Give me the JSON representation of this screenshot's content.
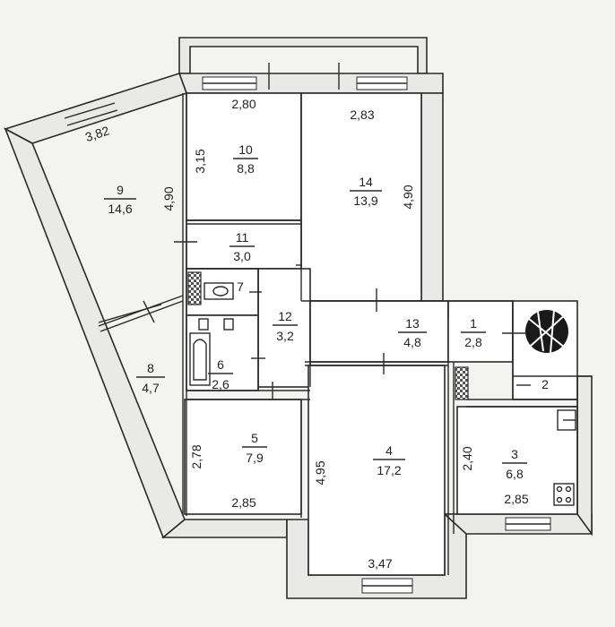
{
  "rooms": [
    {
      "id": "9",
      "area": "14,6"
    },
    {
      "id": "10",
      "area": "8,8"
    },
    {
      "id": "14",
      "area": "13,9"
    },
    {
      "id": "11",
      "area": "3,0"
    },
    {
      "id": "7",
      "area": ""
    },
    {
      "id": "12",
      "area": "3,2"
    },
    {
      "id": "13",
      "area": "4,8"
    },
    {
      "id": "1",
      "area": "2,8"
    },
    {
      "id": "2",
      "area": ""
    },
    {
      "id": "6",
      "area": "2,6"
    },
    {
      "id": "8",
      "area": "4,7"
    },
    {
      "id": "5",
      "area": "7,9"
    },
    {
      "id": "4",
      "area": "17,2"
    },
    {
      "id": "3",
      "area": "6,8"
    }
  ],
  "dimensions": {
    "d_280": "2,80",
    "d_283": "2,83",
    "d_382": "3,82",
    "d_315": "3,15",
    "d_490_left": "4,90",
    "d_490_right": "4,90",
    "d_278": "2,78",
    "d_285_room5": "2,85",
    "d_495": "4,95",
    "d_347": "3,47",
    "d_240": "2,40",
    "d_285_room3": "2,85"
  }
}
